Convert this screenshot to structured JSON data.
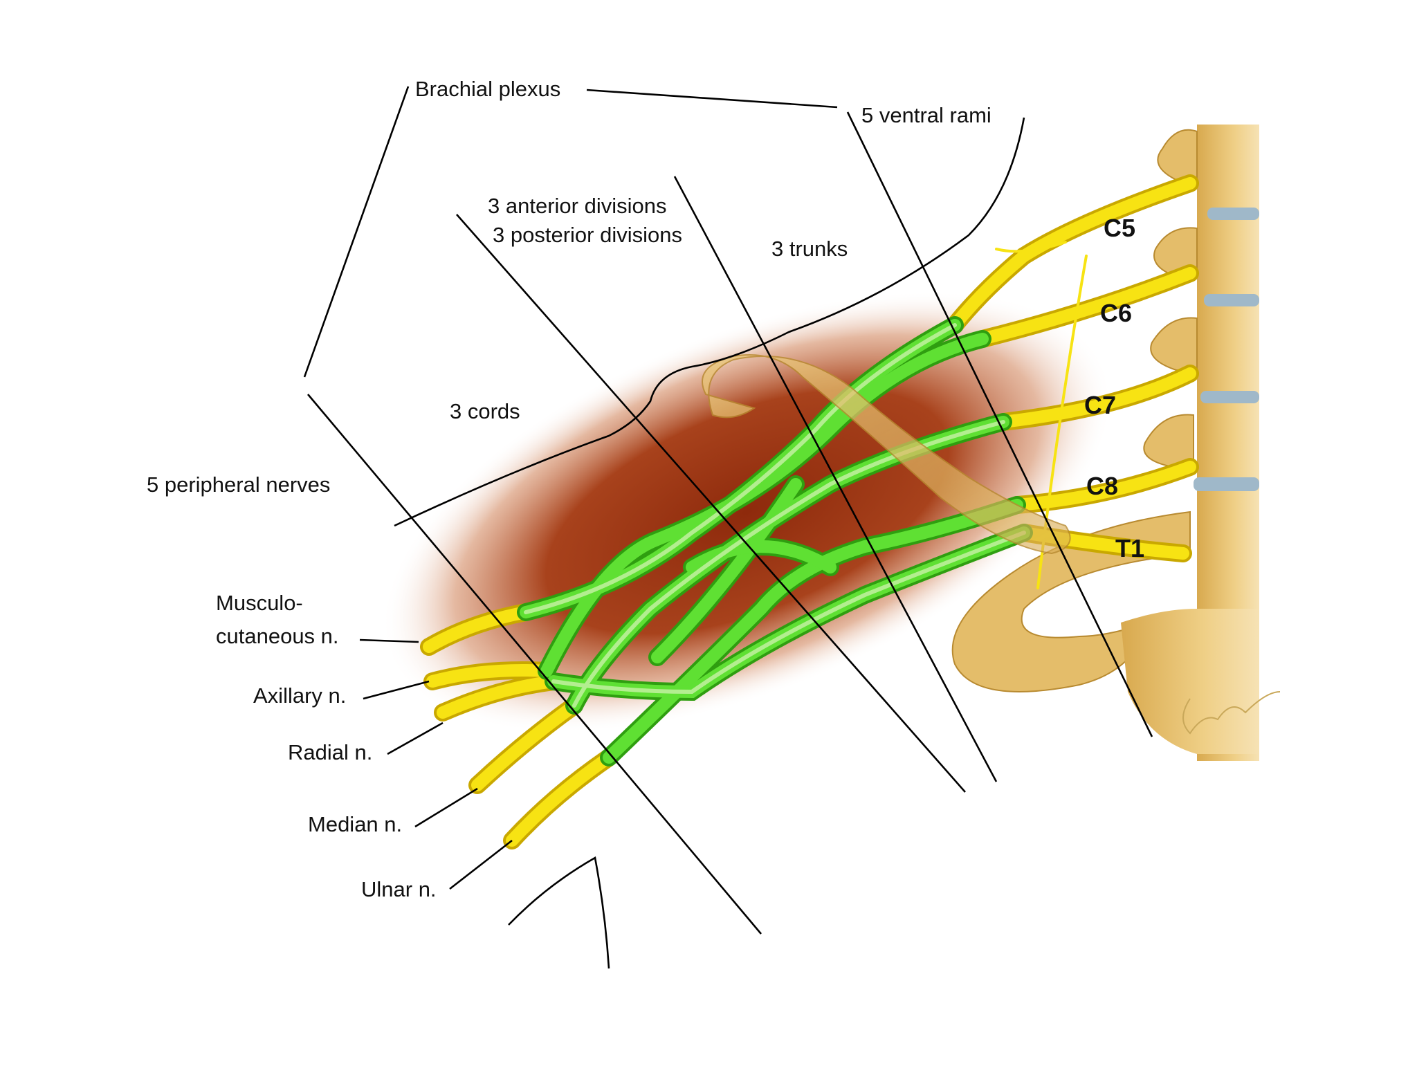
{
  "diagram": {
    "title_label": "Brachial plexus",
    "regions": {
      "ventral_rami": "5 ventral rami",
      "divisions_anterior": "3 anterior divisions",
      "divisions_posterior": "3 posterior divisions",
      "trunks": "3 trunks",
      "cords": "3 cords",
      "peripheral_nerves": "5 peripheral nerves"
    },
    "spinal_levels": [
      "C5",
      "C6",
      "C7",
      "C8",
      "T1"
    ],
    "nerves": {
      "musculocutaneous_1": "Musculo-",
      "musculocutaneous_2": "cutaneous n.",
      "axillary": "Axillary n.",
      "radial": "Radial n.",
      "median": "Median n.",
      "ulnar": "Ulnar n."
    },
    "colors": {
      "nerve_yellow": "#f7e313",
      "nerve_green": "#45d61c",
      "bone": "#e4bd6a",
      "tissue": "#a23a14",
      "disc": "#9fb8c9"
    }
  }
}
